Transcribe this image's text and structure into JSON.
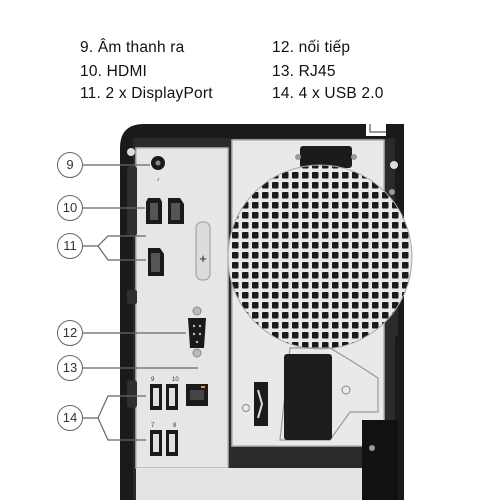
{
  "legend": {
    "items": [
      {
        "num": 9,
        "text": "9. Âm thanh ra"
      },
      {
        "num": 10,
        "text": "10. HDMI"
      },
      {
        "num": 11,
        "text": "11. 2 x DisplayPort"
      },
      {
        "num": 12,
        "text": "12. nối tiếp"
      },
      {
        "num": 13,
        "text": "13. RJ45"
      },
      {
        "num": 14,
        "text": "14. 4 x USB 2.0"
      }
    ]
  },
  "callouts": [
    "9",
    "10",
    "11",
    "12",
    "13",
    "14"
  ],
  "port_labels": {
    "usb_top_left": "9",
    "usb_top_right": "10",
    "usb_bottom_left": "7",
    "usb_bottom_right": "8"
  },
  "colors": {
    "chassis": "#1a1a1a",
    "panel": "#e6e6e6",
    "panel_edge": "#b5b5b5",
    "line": "#666666"
  }
}
